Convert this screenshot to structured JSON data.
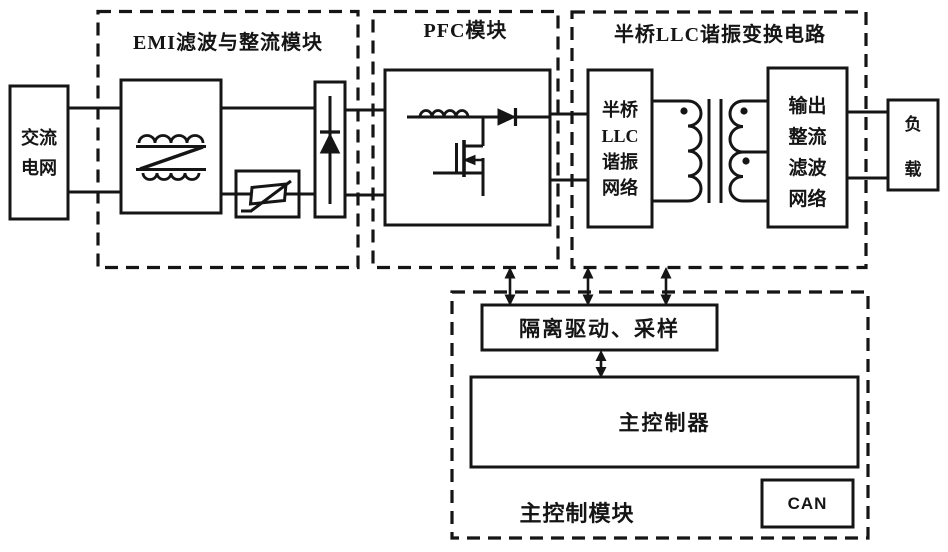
{
  "diagram": {
    "modules": {
      "emi": "EMI滤波与整流模块",
      "pfc": "PFC模块",
      "llc": "半桥LLC谐振变换电路",
      "control": "主控制模块"
    },
    "blocks": {
      "ac_grid": [
        "交流",
        "电网"
      ],
      "llc_network": [
        "半桥",
        "LLC",
        "谐振",
        "网络"
      ],
      "output_network": [
        "输出",
        "整流",
        "滤波",
        "网络"
      ],
      "load": [
        "负",
        "载"
      ],
      "isolation": "隔离驱动、采样",
      "controller": "主控制器",
      "can": "CAN"
    },
    "symbols": {
      "emi_filter": "common-mode-choke-icon",
      "surge_protector": "varistor-icon",
      "rectifier": "diode-icon",
      "pfc_circuit": "boost-converter-icon",
      "pfc_switch": "mosfet-icon",
      "isolation_transformer": "center-tapped-transformer-icon",
      "links": "double-headed-arrow-icon"
    },
    "colors": {
      "ink": "#151515",
      "background": "#ffffff"
    }
  }
}
